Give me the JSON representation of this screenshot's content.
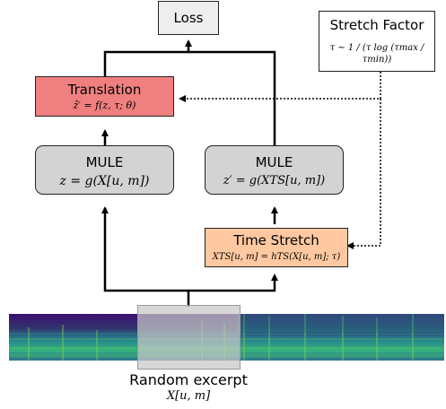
{
  "nodes": {
    "loss": {
      "title": "Loss"
    },
    "stretch_factor": {
      "title": "Stretch Factor",
      "formula": "τ ∼ 1 / (τ log (τmax / τmin))"
    },
    "translation": {
      "title": "Translation",
      "formula": "ẑ′ = f(z, τ; θ)"
    },
    "mule_left": {
      "title": "MULE",
      "formula": "z = g(X[u, m])"
    },
    "mule_right": {
      "title": "MULE",
      "formula": "z′ = g(XTS[u, m])"
    },
    "time_stretch": {
      "title": "Time Stretch",
      "formula": "XTS[u, m] = hTS(X[u, m]; τ)"
    }
  },
  "excerpt": {
    "label": "Random excerpt",
    "formula": "X[u, m]"
  },
  "colors": {
    "translation_fill": "#f08080",
    "mule_fill": "#d3d3d3",
    "time_stretch_fill": "#ffc8a0",
    "loss_fill": "#eeeeee",
    "excerpt_overlay": "#c8c8c8",
    "spec_dark": "#3b0f70",
    "spec_teal": "#21918c",
    "spec_green": "#5ec962"
  }
}
